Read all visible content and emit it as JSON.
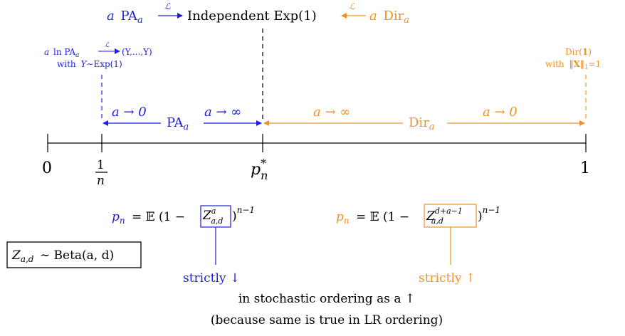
{
  "colors": {
    "blue": "#1f1fe0",
    "orange": "#f2921f",
    "black": "#000000"
  },
  "top_formula": {
    "left_a": "a",
    "left_pa": "PA",
    "left_sub": "a",
    "arrow_label": "ℒ",
    "middle": "Independent Exp(1)",
    "right_arrow_label": "ℒ",
    "right_a": "a",
    "right_dir": "Dir",
    "right_sub": "a"
  },
  "left_annotation": {
    "line1_a": "a",
    "line1_ln": "ln PA",
    "line1_sub": "a",
    "line1_arrow_label": "ℒ",
    "line1_target": "(Y,...,Y)",
    "line2_with": "with",
    "line2_var": "Y",
    "line2_rest": "∼Exp(1)"
  },
  "right_annotation": {
    "line1_dir": "Dir(",
    "line1_bold": "1",
    "line1_close": ")",
    "line2_with": "with",
    "line2_norm": "‖X‖",
    "line2_sub": "1",
    "line2_rest": "=1"
  },
  "pa_range": {
    "left_label": "a → 0",
    "center_label": "PA",
    "center_sub": "a",
    "right_label": "a → ∞"
  },
  "dir_range": {
    "left_label": "a → ∞",
    "center_label": "Dir",
    "center_sub": "a",
    "right_label": "a → 0"
  },
  "axis": {
    "tick_0": "0",
    "tick_frac_num": "1",
    "tick_frac_den": "n",
    "tick_p": "p",
    "tick_p_sup": "*",
    "tick_p_sub": "n",
    "tick_1": "1"
  },
  "formula_left": {
    "lhs": "p",
    "lhs_sub": "n",
    "eq": "= 𝔼 (1 −",
    "z": "Z",
    "z_sup": "a",
    "z_sub": "a,d",
    "close": ")",
    "exp": "n−1",
    "label": "strictly ↓"
  },
  "formula_right": {
    "lhs": "p",
    "lhs_sub": "n",
    "eq": "= 𝔼 (1 −",
    "z": "Z",
    "z_sup": "d+a−1",
    "z_sub": "a,d",
    "close": ")",
    "exp": "n−1",
    "label": "strictly ↑"
  },
  "beta_box": {
    "z": "Z",
    "z_sub": "a,d",
    "rest": "∼ Beta(a, d)"
  },
  "bottom_text": {
    "line1": "in stochastic ordering as a ↑",
    "line2": "(because same is true in LR ordering)"
  }
}
